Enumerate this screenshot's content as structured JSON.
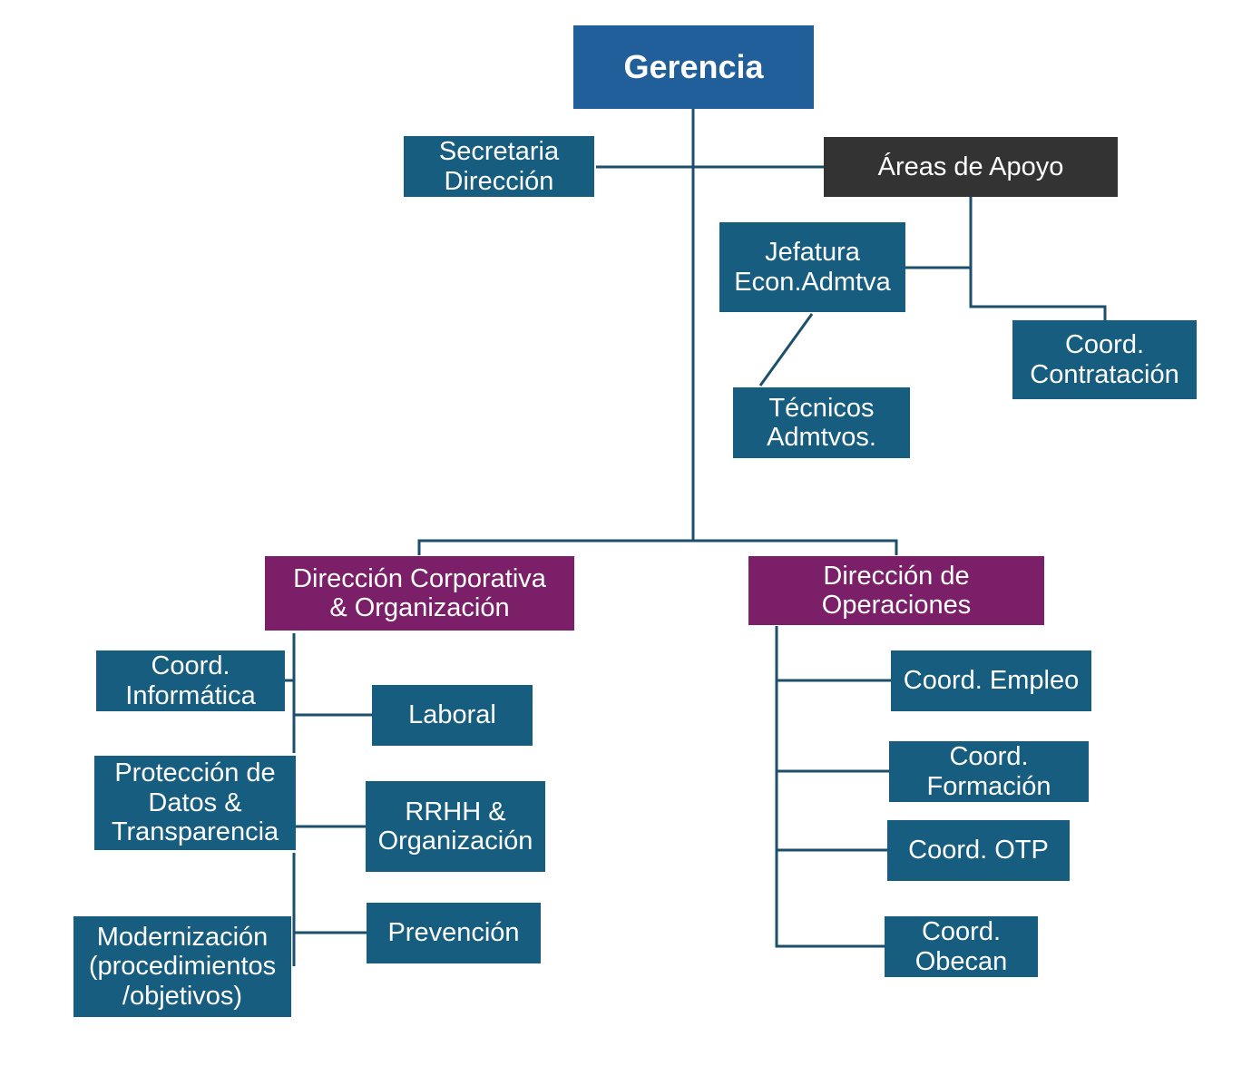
{
  "colors": {
    "unit": "#175d7f",
    "head": "#215f9a",
    "support": "#333333",
    "direction": "#7a1f68",
    "line": "#1b4f6b"
  },
  "nodes": {
    "gerencia": "Gerencia",
    "secretaria": "Secretaria\nDirección",
    "areas_apoyo": "Áreas de Apoyo",
    "jefatura": "Jefatura\nEcon.Admtva",
    "tecnicos": "Técnicos\nAdmtvos.",
    "coord_contratacion": "Coord.\nContratación",
    "dir_corporativa": "Dirección Corporativa\n& Organización",
    "dir_operaciones": "Dirección de\nOperaciones",
    "coord_informatica": "Coord.\nInformática",
    "laboral": "Laboral",
    "proteccion": "Protección de\nDatos &\nTransparencia",
    "rrhh": "RRHH &\nOrganización",
    "modernizacion": "Modernización\n(procedimientos\n/objetivos)",
    "prevencion": "Prevención",
    "coord_empleo": "Coord. Empleo",
    "coord_formacion": "Coord.\nFormación",
    "coord_otp": "Coord. OTP",
    "coord_obecan": "Coord.\nObecan"
  }
}
